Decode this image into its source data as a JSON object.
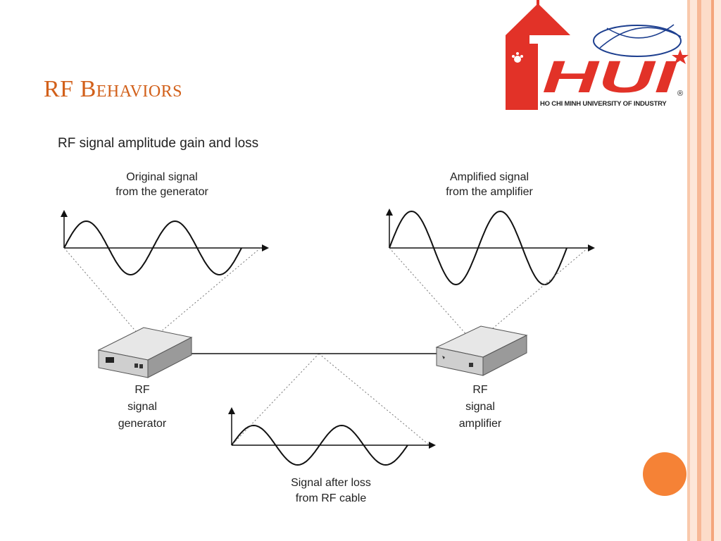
{
  "slide": {
    "title": "RF Behaviors"
  },
  "logo": {
    "brand": "HUI",
    "caption": "HO CHI MINH UNIVERSITY OF INDUSTRY",
    "registered": "®"
  },
  "diagram": {
    "heading": "RF signal amplitude gain and loss",
    "original_signal": {
      "line1": "Original signal",
      "line2": "from the generator"
    },
    "amplified_signal": {
      "line1": "Amplified signal",
      "line2": "from the amplifier"
    },
    "loss_signal": {
      "line1": "Signal after loss",
      "line2": "from RF cable"
    },
    "generator": {
      "line1": "RF",
      "line2": "signal",
      "line3": "generator"
    },
    "amplifier": {
      "line1": "RF",
      "line2": "signal",
      "line3": "amplifier"
    }
  },
  "colors": {
    "title": "#d2601a",
    "accent_dot": "#f58236",
    "logo_red": "#e23228",
    "logo_blue": "#1d3f8f",
    "border_light": "#fbd9c6",
    "border_mid": "#f6b08c"
  }
}
